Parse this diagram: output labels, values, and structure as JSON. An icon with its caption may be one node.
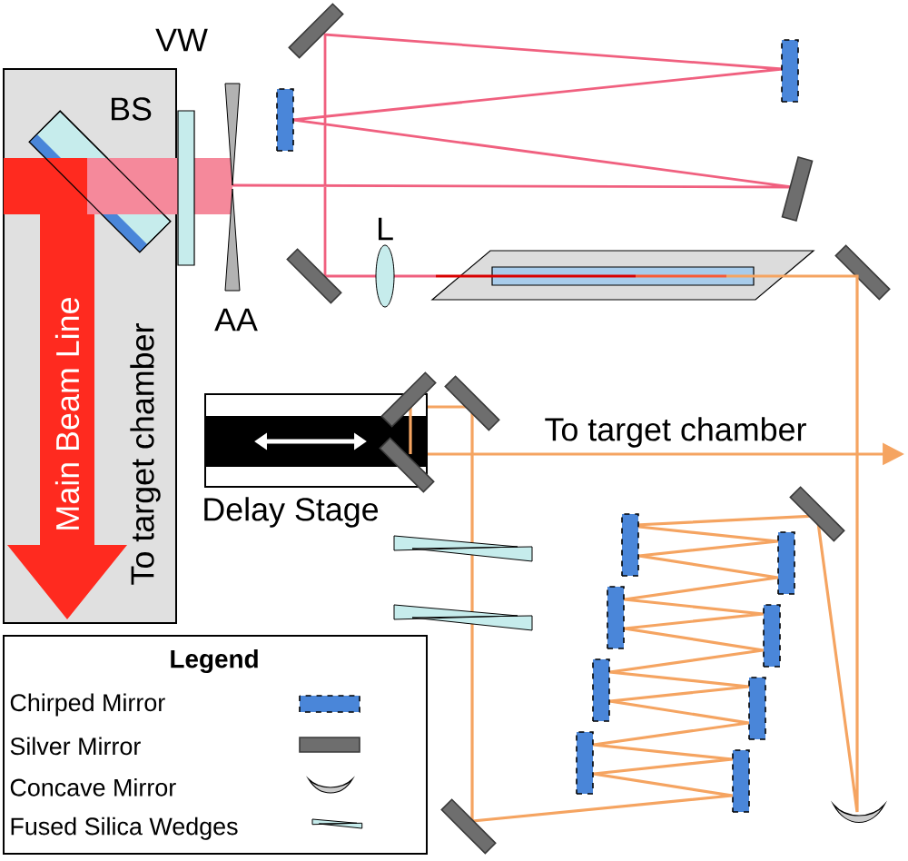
{
  "diagram": {
    "labels": [
      "VW",
      "BS",
      "L",
      "AA",
      "Main Beam Line",
      "To target chamber",
      "To target chamber",
      "Delay Stage",
      "Legend"
    ],
    "legend": [
      {
        "text": "Chirped Mirror"
      },
      {
        "text": "Silver Mirror"
      },
      {
        "text": "Concave Mirror"
      },
      {
        "text": "Fused Silica Wedges"
      }
    ]
  }
}
